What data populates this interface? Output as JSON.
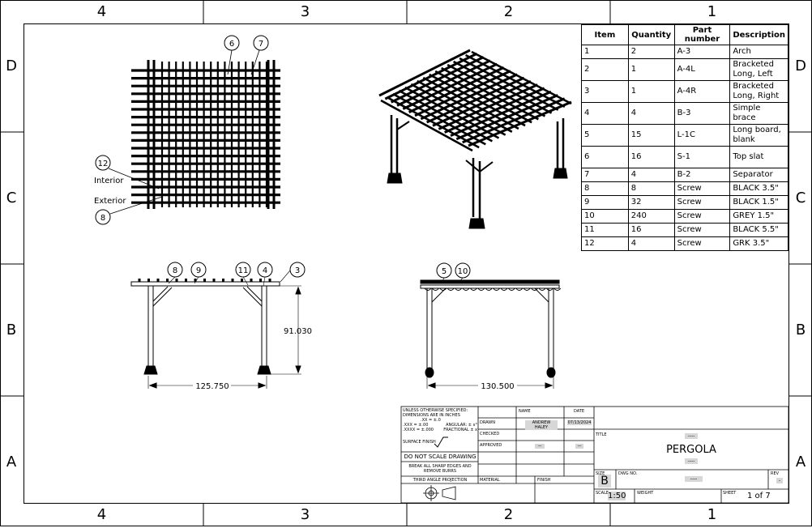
{
  "zones": {
    "columns_top": [
      "4",
      "3",
      "2",
      "1"
    ],
    "columns_bottom": [
      "4",
      "3",
      "2",
      "1"
    ],
    "rows_left": [
      "D",
      "C",
      "B",
      "A"
    ],
    "rows_right": [
      "D",
      "C",
      "B",
      "A"
    ]
  },
  "bom": {
    "headers": [
      "Item",
      "Quantity",
      "Part number",
      "Description"
    ],
    "rows": [
      [
        "1",
        "2",
        "A-3",
        "Arch"
      ],
      [
        "2",
        "1",
        "A-4L",
        "Bracketed Long, Left"
      ],
      [
        "3",
        "1",
        "A-4R",
        "Bracketed Long, Right"
      ],
      [
        "4",
        "4",
        "B-3",
        "Simple brace"
      ],
      [
        "5",
        "15",
        "L-1C",
        "Long board, blank"
      ],
      [
        "6",
        "16",
        "S-1",
        "Top slat"
      ],
      [
        "7",
        "4",
        "B-2",
        "Separator"
      ],
      [
        "8",
        "8",
        "Screw",
        "BLACK 3.5\""
      ],
      [
        "9",
        "32",
        "Screw",
        "BLACK 1.5\""
      ],
      [
        "10",
        "240",
        "Screw",
        "GREY 1.5\""
      ],
      [
        "11",
        "16",
        "Screw",
        "BLACK 5.5\""
      ],
      [
        "12",
        "4",
        "Screw",
        "GRK 3.5\""
      ]
    ]
  },
  "views": {
    "top_labels": {
      "interior": "Interior",
      "exterior": "Exterior"
    },
    "balloons": {
      "top": [
        "6",
        "7",
        "12",
        "8"
      ],
      "front": [
        "8",
        "9",
        "11",
        "4",
        "3"
      ],
      "side": [
        "5",
        "10"
      ]
    },
    "dims": {
      "height": "91.030",
      "front_width": "125.750",
      "side_width": "130.500"
    }
  },
  "titleblock": {
    "tolerance_note_1": "UNLESS OTHERWISE SPECIFIED:",
    "tolerance_note_2": "DIMENSIONS ARE IN INCHES",
    "tol_a": ".XX = ±.0",
    "tol_b": ".XXX = ±.00",
    "tol_c": ".XXXX = ±.000",
    "angular": "ANGULAR: ± x°",
    "fractional": "FRACTIONAL ± x",
    "surface_finish": "SURFACE FINISH",
    "do_not_scale": "DO NOT SCALE DRAWING",
    "break_edges": "BREAK ALL SHARP EDGES AND REMOVE BURRS",
    "projection": "THIRD ANGLE PROJECTION",
    "name_hdr": "NAME",
    "date_hdr": "DATE",
    "drawn": "DRAWN",
    "drawn_name": "ANDREW HALEY",
    "drawn_date": "07/13/2024",
    "checked": "CHECKED",
    "approved": "APPROVED",
    "approved_name": "—",
    "approved_date": "—",
    "material": "MATERIAL",
    "finish": "FINISH",
    "title_label": "TITLE",
    "title_placeholder_top": "----",
    "title": "PERGOLA",
    "title_placeholder_bottom": "----",
    "size_label": "SIZE",
    "size": "B",
    "dwg_label": "DWG NO.",
    "dwg_value": "----",
    "rev_label": "REV",
    "rev_value": "-",
    "scale_label": "SCALE",
    "scale": "1:50",
    "weight_label": "WEIGHT",
    "sheet_label": "SHEET",
    "sheet": "1 of 7"
  }
}
